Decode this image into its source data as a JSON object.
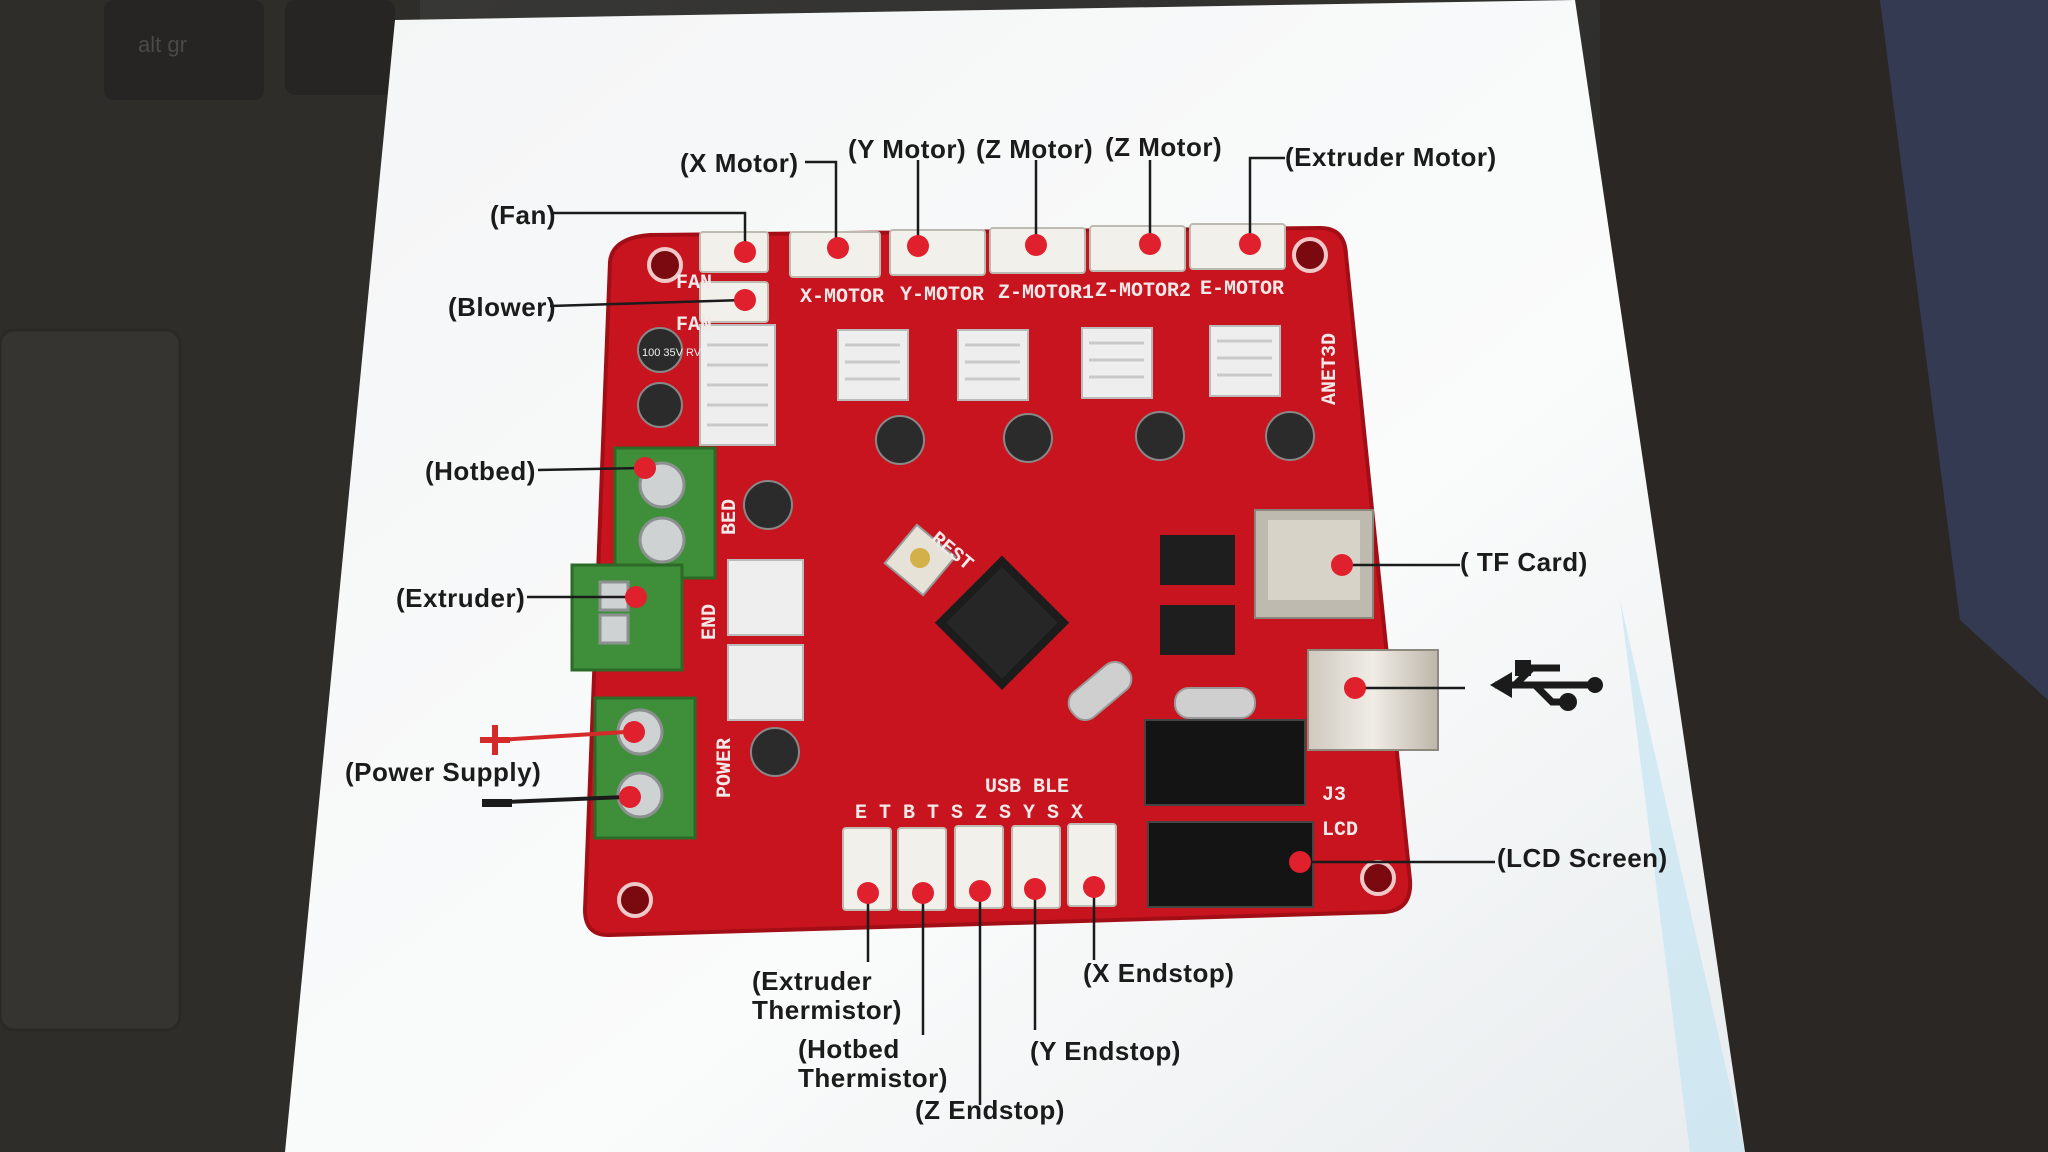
{
  "labels": {
    "x_motor": "(X  Motor)",
    "y_motor": "(Y  Motor)",
    "z_motor_1": "(Z  Motor)",
    "z_motor_2": "(Z  Motor)",
    "extruder_motor": "(Extruder  Motor)",
    "fan": "(Fan)",
    "blower": "(Blower)",
    "hotbed": "(Hotbed)",
    "extruder": "(Extruder)",
    "power_supply": "(Power  Supply)",
    "tf_card": "( TF  Card)",
    "lcd_screen": "(LCD  Screen)",
    "extruder_thermistor_1": "(Extruder",
    "extruder_thermistor_2": "Thermistor)",
    "hotbed_thermistor_1": "(Hotbed",
    "hotbed_thermistor_2": "Thermistor)",
    "z_endstop": "(Z  Endstop)",
    "y_endstop": "(Y  Endstop)",
    "x_endstop": "(X  Endstop)"
  },
  "board": {
    "brand": "ANET3D",
    "silk": {
      "fan1": "FAN",
      "fan2": "FAN",
      "x_motor": "X-MOTOR",
      "y_motor": "Y-MOTOR",
      "z_motor1": "Z-MOTOR1",
      "z_motor2": "Z-MOTOR2",
      "e_motor": "E-MOTOR",
      "bed": "BED",
      "end": "END",
      "power": "POWER",
      "rest": "REST",
      "usb_ble": "USB BLE",
      "j3": "J3",
      "lcd": "LCD",
      "endstop_letters": "E T B T S Z S Y S X"
    },
    "cap_text": "100 35V RVT"
  },
  "background": {
    "keyboard_key": "alt gr"
  },
  "colors": {
    "pcb": "#c8141e",
    "marker": "#e0202c",
    "terminal_green": "#3f8f3a",
    "card": "#f7f8f9"
  }
}
